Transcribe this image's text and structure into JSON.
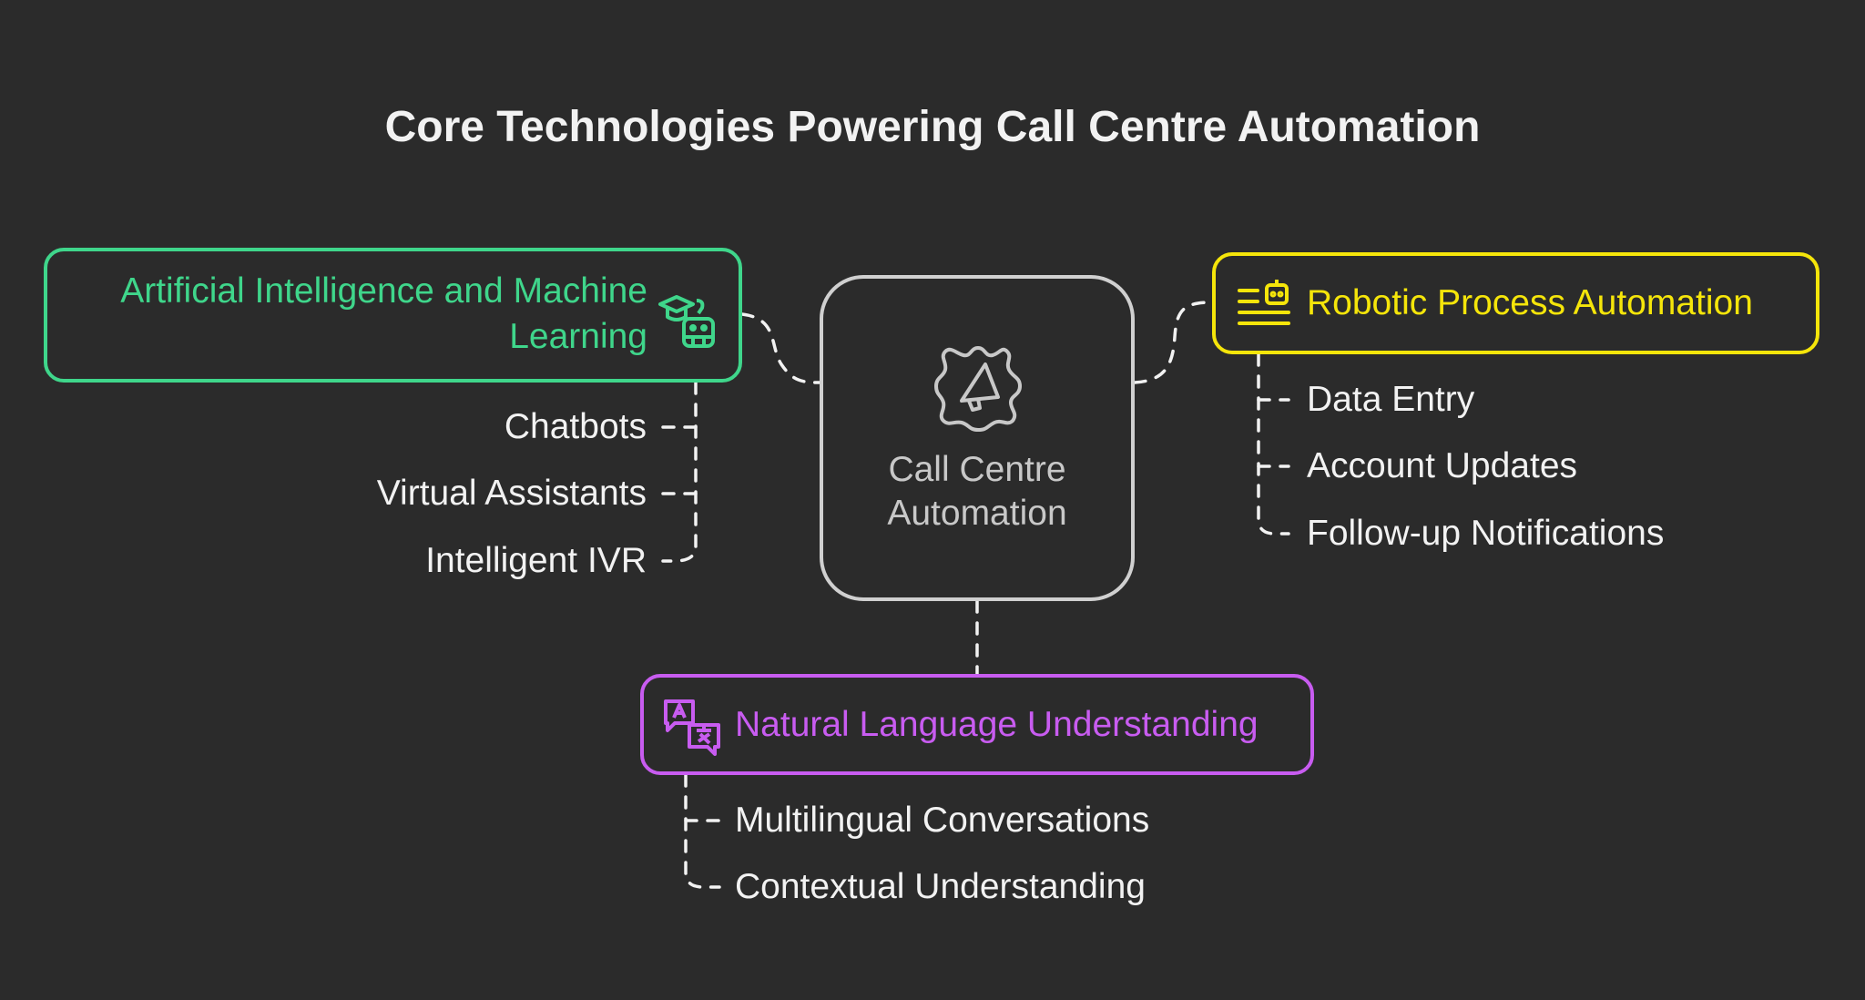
{
  "title": "Core Technologies Powering Call Centre Automation",
  "center": {
    "label_line1": "Call Centre",
    "label_line2": "Automation",
    "icon": "gear-megaphone-icon"
  },
  "branches": [
    {
      "title_line1": "Artificial Intelligence and Machine",
      "title_line2": "Learning",
      "color": "#3fd68b",
      "icon": "graduate-robot-icon",
      "items": [
        "Chatbots",
        "Virtual Assistants",
        "Intelligent IVR"
      ]
    },
    {
      "title": "Robotic Process Automation",
      "color": "#f5e50a",
      "icon": "robot-list-icon",
      "items": [
        "Data Entry",
        "Account Updates",
        "Follow-up Notifications"
      ]
    },
    {
      "title": "Natural Language Understanding",
      "color": "#c85cf0",
      "icon": "translate-icon",
      "items": [
        "Multilingual Conversations",
        "Contextual Understanding"
      ]
    }
  ],
  "colors": {
    "background": "#2b2b2b",
    "center": "#d0d0d0",
    "text": "#f2f2f2"
  }
}
